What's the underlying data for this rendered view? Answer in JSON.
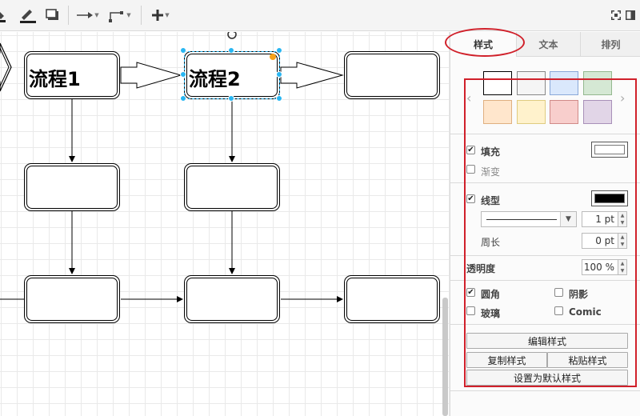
{
  "toolbar": {
    "icons": [
      "fill-color-icon",
      "line-color-icon",
      "shadow-icon",
      "connection-arrow-icon",
      "waypoint-icon",
      "insert-plus-icon",
      "fullscreen-icon",
      "format-panel-icon"
    ]
  },
  "canvas": {
    "nodes": [
      {
        "id": "n1",
        "label": "流程1"
      },
      {
        "id": "n2",
        "label": "流程2",
        "selected": true
      },
      {
        "id": "n3",
        "label": ""
      },
      {
        "id": "n4",
        "label": ""
      },
      {
        "id": "n5",
        "label": ""
      },
      {
        "id": "n6",
        "label": ""
      },
      {
        "id": "n7",
        "label": ""
      },
      {
        "id": "n8",
        "label": ""
      }
    ]
  },
  "panel": {
    "tabs": [
      {
        "label": "样式",
        "active": true
      },
      {
        "label": "文本",
        "active": false
      },
      {
        "label": "排列",
        "active": false
      }
    ],
    "swatches": [
      {
        "fill": "#ffffff",
        "stroke": "#000000"
      },
      {
        "fill": "#f5f5f5",
        "stroke": "#888888"
      },
      {
        "fill": "#dae8fc",
        "stroke": "#8aa8d8"
      },
      {
        "fill": "#d5e8d4",
        "stroke": "#94b88f"
      },
      {
        "fill": "#ffe6cc",
        "stroke": "#e0b080"
      },
      {
        "fill": "#fff2cc",
        "stroke": "#e0cc80"
      },
      {
        "fill": "#f8cecc",
        "stroke": "#d08a88"
      },
      {
        "fill": "#e1d5e7",
        "stroke": "#a890b8"
      }
    ],
    "fill": {
      "label": "填充",
      "checked": true,
      "color": "#ffffff"
    },
    "gradient": {
      "label": "渐变",
      "checked": false
    },
    "line": {
      "label": "线型",
      "checked": true,
      "color": "#000000",
      "width": "1 pt"
    },
    "perimeter": {
      "label": "周长",
      "value": "0 pt"
    },
    "opacity": {
      "label": "透明度",
      "value": "100 %"
    },
    "rounded": {
      "label": "圆角",
      "checked": true
    },
    "shadow": {
      "label": "阴影",
      "checked": false
    },
    "glass": {
      "label": "玻璃",
      "checked": false
    },
    "comic": {
      "label": "Comic",
      "checked": false
    },
    "buttons": {
      "edit_style": "编辑样式",
      "copy_style": "复制样式",
      "paste_style": "粘贴样式",
      "set_default": "设置为默认样式"
    }
  }
}
